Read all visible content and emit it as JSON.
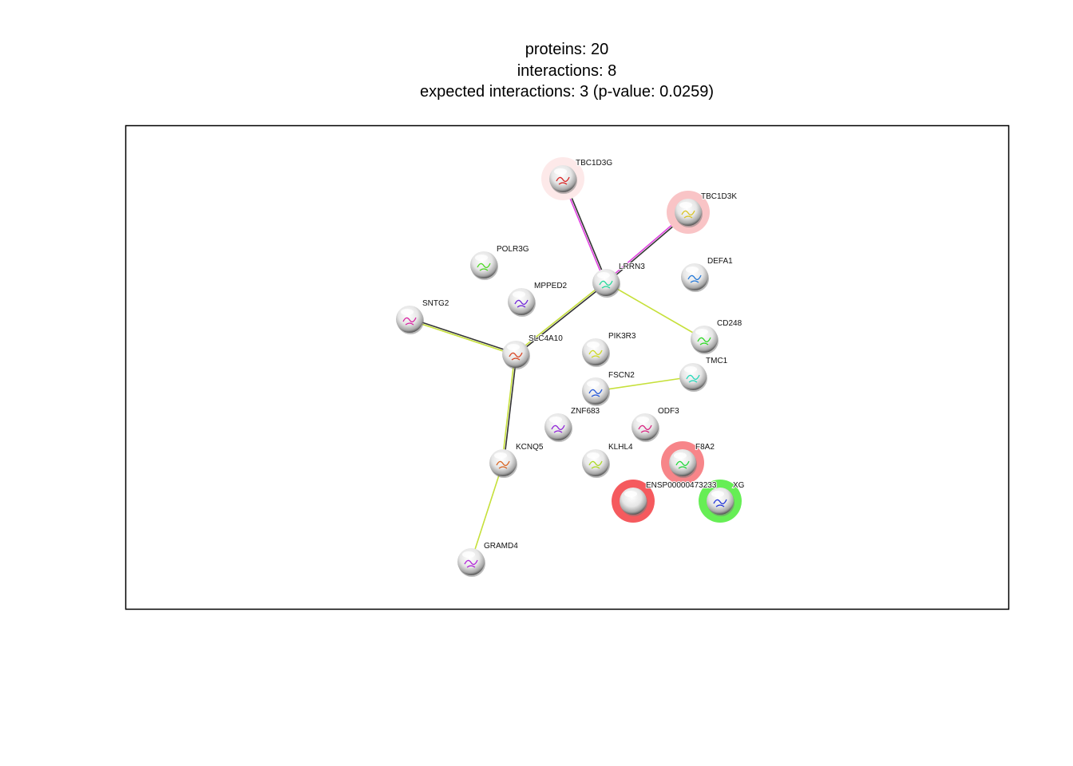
{
  "summary": {
    "proteins": "proteins: 20",
    "interactions": "interactions: 8",
    "expected": "expected interactions: 3 (p-value: 0.0259)"
  },
  "colors": {
    "frame": "#000000",
    "textmining": "#c6e03a",
    "coexpression": "#333333",
    "experiments": "#e040e0"
  },
  "nodes": [
    {
      "name": "TBC1D3G",
      "halo": "#fde9e9"
    },
    {
      "name": "TBC1D3K",
      "halo": "#f9c4c6"
    },
    {
      "name": "POLR3G",
      "halo": null
    },
    {
      "name": "LRRN3",
      "halo": null
    },
    {
      "name": "DEFA1",
      "halo": null
    },
    {
      "name": "MPPED2",
      "halo": null
    },
    {
      "name": "SNTG2",
      "halo": null
    },
    {
      "name": "SLC4A10",
      "halo": null
    },
    {
      "name": "PIK3R3",
      "halo": null
    },
    {
      "name": "CD248",
      "halo": null
    },
    {
      "name": "TMC1",
      "halo": null
    },
    {
      "name": "FSCN2",
      "halo": null
    },
    {
      "name": "ZNF683",
      "halo": null
    },
    {
      "name": "ODF3",
      "halo": null
    },
    {
      "name": "KCNQ5",
      "halo": null
    },
    {
      "name": "KLHL4",
      "halo": null
    },
    {
      "name": "F8A2",
      "halo": "#f78589"
    },
    {
      "name": "ENSP00000473233",
      "halo": "#f55a5e"
    },
    {
      "name": "XG",
      "halo": "#66ee55"
    },
    {
      "name": "GRAMD4",
      "halo": null
    }
  ],
  "edges": [
    {
      "from": "TBC1D3G",
      "to": "LRRN3",
      "channels": [
        "coexpression",
        "experiments"
      ]
    },
    {
      "from": "TBC1D3K",
      "to": "LRRN3",
      "channels": [
        "coexpression",
        "experiments"
      ]
    },
    {
      "from": "LRRN3",
      "to": "SLC4A10",
      "channels": [
        "coexpression",
        "textmining"
      ]
    },
    {
      "from": "LRRN3",
      "to": "CD248",
      "channels": [
        "textmining"
      ]
    },
    {
      "from": "SNTG2",
      "to": "SLC4A10",
      "channels": [
        "coexpression",
        "textmining"
      ]
    },
    {
      "from": "SLC4A10",
      "to": "KCNQ5",
      "channels": [
        "coexpression",
        "textmining"
      ]
    },
    {
      "from": "KCNQ5",
      "to": "GRAMD4",
      "channels": [
        "textmining"
      ]
    },
    {
      "from": "FSCN2",
      "to": "TMC1",
      "channels": [
        "textmining"
      ]
    }
  ]
}
